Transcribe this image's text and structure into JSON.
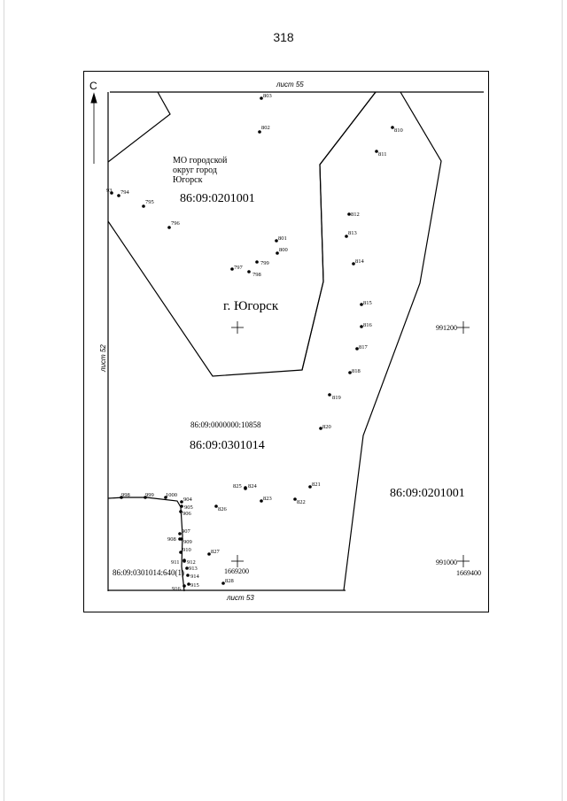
{
  "page_number": "318",
  "north_letter": "С",
  "sheet_labels": {
    "top": "лист 55",
    "left": "лист 52",
    "bottom": "лист 53"
  },
  "area_labels": {
    "municipality": [
      "МО городской",
      "округ город",
      "Югорск"
    ],
    "city": "г. Югорск",
    "parcel_top": "86:09:0201001",
    "parcel_middle": "86:09:0301014",
    "parcel_right": "86:09:0201001",
    "parcel_small": "86:09:0000000:10858",
    "parcel_bottom_left": "86:09:0301014:640(1)"
  },
  "grid_labels": {
    "x_upper": "991200",
    "x_lower": "991000",
    "y_left": "1669200",
    "y_right": "1669400"
  },
  "points": [
    {
      "id": "803",
      "label": "803"
    },
    {
      "id": "802",
      "label": "802"
    },
    {
      "id": "810",
      "label": "810"
    },
    {
      "id": "811",
      "label": "811"
    },
    {
      "id": "93",
      "label": "93"
    },
    {
      "id": "794",
      "label": "794"
    },
    {
      "id": "795",
      "label": "795"
    },
    {
      "id": "796",
      "label": "796"
    },
    {
      "id": "812",
      "label": "812"
    },
    {
      "id": "813",
      "label": "813"
    },
    {
      "id": "801",
      "label": "801"
    },
    {
      "id": "800",
      "label": "800"
    },
    {
      "id": "799",
      "label": "799"
    },
    {
      "id": "797",
      "label": "797"
    },
    {
      "id": "798",
      "label": "798"
    },
    {
      "id": "814",
      "label": "814"
    },
    {
      "id": "815",
      "label": "815"
    },
    {
      "id": "816",
      "label": "816"
    },
    {
      "id": "817",
      "label": "817"
    },
    {
      "id": "818",
      "label": "818"
    },
    {
      "id": "819",
      "label": "819"
    },
    {
      "id": "820",
      "label": "820"
    },
    {
      "id": "998",
      "label": "998"
    },
    {
      "id": "999",
      "label": "999"
    },
    {
      "id": "1000",
      "label": "1000"
    },
    {
      "id": "904",
      "label": "904"
    },
    {
      "id": "905",
      "label": "905"
    },
    {
      "id": "906",
      "label": "906"
    },
    {
      "id": "825",
      "label": "825"
    },
    {
      "id": "824",
      "label": "824"
    },
    {
      "id": "823",
      "label": "823"
    },
    {
      "id": "821",
      "label": "821"
    },
    {
      "id": "822",
      "label": "822"
    },
    {
      "id": "826",
      "label": "826"
    },
    {
      "id": "907",
      "label": "907"
    },
    {
      "id": "908",
      "label": "908"
    },
    {
      "id": "909",
      "label": "909"
    },
    {
      "id": "910",
      "label": "910"
    },
    {
      "id": "827",
      "label": "827"
    },
    {
      "id": "911",
      "label": "911"
    },
    {
      "id": "912",
      "label": "912"
    },
    {
      "id": "913",
      "label": "913"
    },
    {
      "id": "914",
      "label": "914"
    },
    {
      "id": "915",
      "label": "915"
    },
    {
      "id": "916",
      "label": "916"
    },
    {
      "id": "828",
      "label": "828"
    }
  ]
}
